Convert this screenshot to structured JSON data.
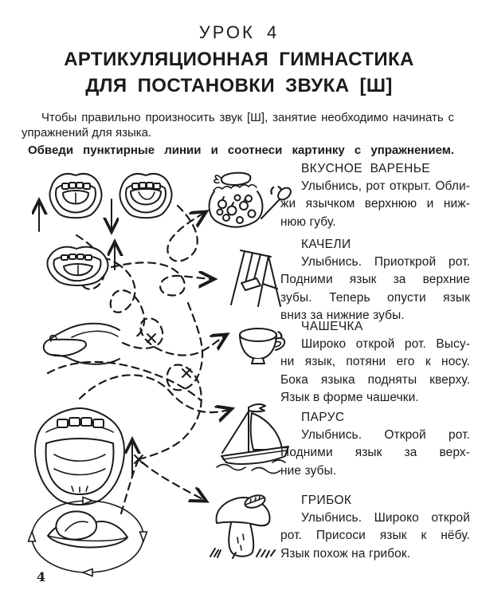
{
  "colors": {
    "ink": "#1b1b1b",
    "paper": "#ffffff"
  },
  "header": {
    "lesson": "УРОК 4",
    "title_line1": "АРТИКУЛЯЦИОННАЯ ГИМНАСТИКА",
    "title_line2": "ДЛЯ ПОСТАНОВКИ ЗВУКА [Ш]"
  },
  "intro": {
    "text": "Чтобы правильно произносить звук [Ш], занятие необходимо начинать с упражнений для языка.",
    "instruction": "Обведи пунктирные линии и соотнеси картинку с упражнением."
  },
  "exercises": [
    {
      "id": "vkusnoe-varenye",
      "title": "ВКУСНОЕ ВАРЕНЬЕ",
      "lines": [
        "Улыбнись, рот открыт. Обли-",
        "жи язычком верхнюю и ниж-",
        "нюю губу."
      ],
      "picture_icon": "jam-jar-with-spoon-icon",
      "mouth_icon": "open-mouths-lick-up-down-icon"
    },
    {
      "id": "kacheli",
      "title": "КАЧЕЛИ",
      "lines": [
        "Улыбнись. Приоткрой рот.",
        "Подними язык за верхние",
        "зубы. Теперь опусти язык",
        "вниз за нижние зубы."
      ],
      "picture_icon": "swing-icon",
      "mouth_icon": "open-mouth-tongue-up-icon"
    },
    {
      "id": "chashechka",
      "title": "ЧАШЕЧКА",
      "lines": [
        "Широко открой рот. Высу-",
        "ни язык, потяни его к носу.",
        "Бока языка подняты кверху.",
        "Язык в форме чашечки."
      ],
      "picture_icon": "teacup-icon",
      "mouth_icon": "tongue-cup-side-view-icon"
    },
    {
      "id": "parus",
      "title": "ПАРУС",
      "lines": [
        "Улыбнись. Открой рот.",
        "Подними язык за верх-",
        "ние зубы."
      ],
      "picture_icon": "sailboat-icon",
      "mouth_icon": "wide-open-mouth-broad-tongue-icon"
    },
    {
      "id": "gribok",
      "title": "ГРИБОК",
      "lines": [
        "Улыбнись. Широко открой",
        "рот. Присоси язык к нёбу.",
        "Язык похож на грибок."
      ],
      "picture_icon": "mushroom-icon",
      "mouth_icon": "lips-tongue-circular-lick-icon"
    }
  ],
  "footer": {
    "page_number": "4"
  }
}
